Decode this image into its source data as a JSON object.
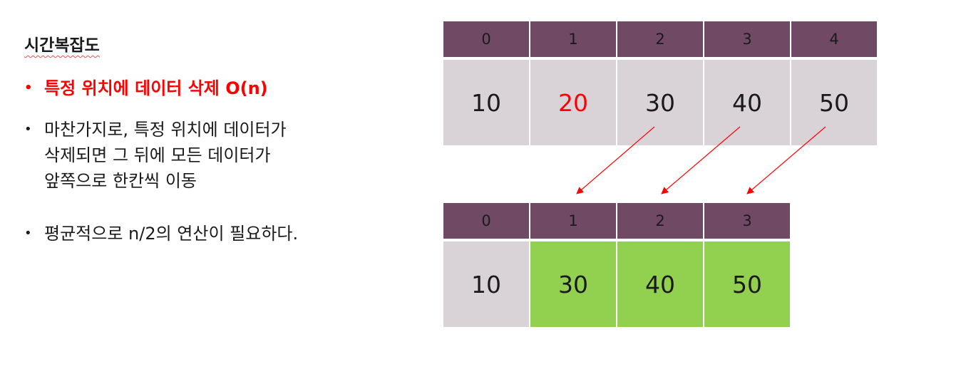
{
  "title": "시간복잡도",
  "bullets": [
    {
      "text": "특정 위치에 데이터 삭제 O(n)",
      "highlight": true
    },
    {
      "text": "마찬가지로, 특정 위치에 데이터가\n삭제되면 그 뒤에 모든 데이터가\n앞쪽으로 한칸씩 이동",
      "highlight": false
    },
    {
      "text": "평균적으로 n/2의 연산이 필요하다.",
      "highlight": false
    }
  ],
  "bullet_marker": "•",
  "array_before": {
    "indices": [
      "0",
      "1",
      "2",
      "3",
      "4"
    ],
    "values": [
      "10",
      "20",
      "30",
      "40",
      "50"
    ],
    "deleted_index": 1
  },
  "array_after": {
    "indices": [
      "0",
      "1",
      "2",
      "3"
    ],
    "values": [
      "10",
      "30",
      "40",
      "50"
    ],
    "shifted_indices": [
      1,
      2,
      3
    ]
  },
  "colors": {
    "header": "#704a65",
    "cell": "#d9d3d7",
    "shifted": "#92d050",
    "deleted_text": "#ff0000",
    "arrow": "#ff0000"
  }
}
